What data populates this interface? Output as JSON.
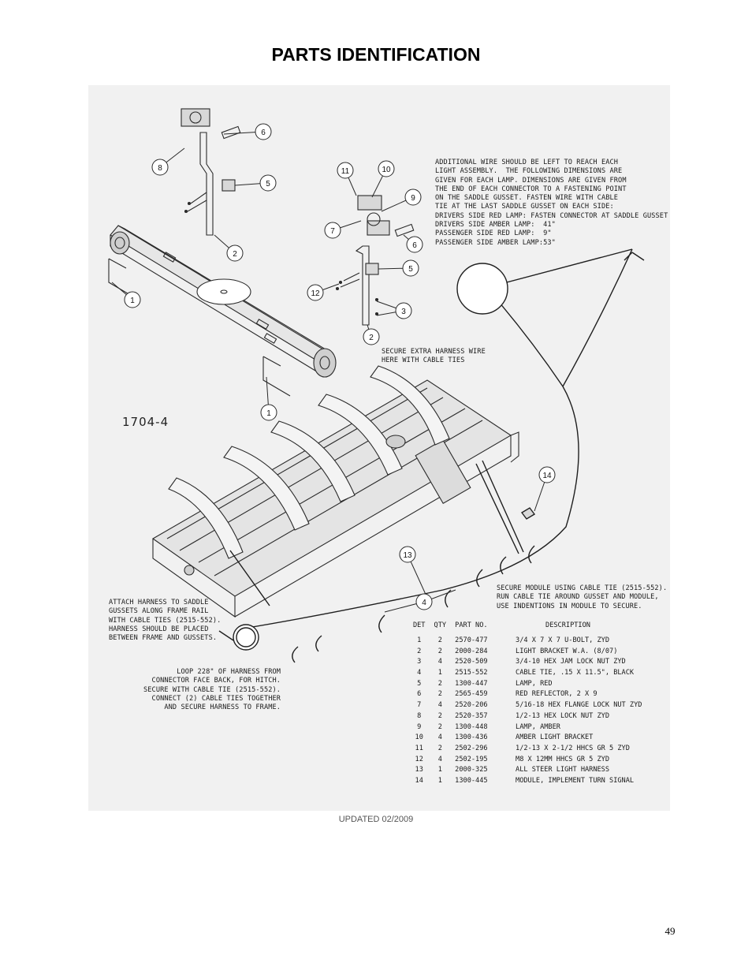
{
  "page": {
    "title": "PARTS IDENTIFICATION",
    "updated": "UPDATED 02/2009",
    "page_number": "49"
  },
  "figure": {
    "drawing_id": "1704-4",
    "callouts": [
      "6",
      "8",
      "5",
      "2",
      "1",
      "11",
      "10",
      "9",
      "7",
      "6",
      "5",
      "12",
      "3",
      "2",
      "1",
      "14",
      "13",
      "4"
    ],
    "notes": {
      "additional_wire": "ADDITIONAL WIRE SHOULD BE LEFT TO REACH EACH\nLIGHT ASSEMBLY.  THE FOLLOWING DIMENSIONS ARE\nGIVEN FOR EACH LAMP. DIMENSIONS ARE GIVEN FROM\nTHE END OF EACH CONNECTOR TO A FASTENING POINT\nON THE SADDLE GUSSET. FASTEN WIRE WITH CABLE\nTIE AT THE LAST SADDLE GUSSET ON EACH SIDE:\nDRIVERS SIDE RED LAMP: FASTEN CONNECTOR AT SADDLE GUSSET\nDRIVERS SIDE AMBER LAMP:  41\"\nPASSENGER SIDE RED LAMP:  9\"\nPASSENGER SIDE AMBER LAMP:53\"",
      "secure_extra": "SECURE EXTRA HARNESS WIRE\nHERE WITH CABLE TIES",
      "secure_module": "SECURE MODULE USING CABLE TIE (2515-552).\nRUN CABLE TIE AROUND GUSSET AND MODULE,\nUSE INDENTIONS IN MODULE TO SECURE.",
      "attach_harness": "ATTACH HARNESS TO SADDLE\nGUSSETS ALONG FRAME RAIL\nWITH CABLE TIES (2515-552).\nHARNESS SHOULD BE PLACED\nBETWEEN FRAME AND GUSSETS.",
      "loop_harness": "LOOP 228\" OF HARNESS FROM\nCONNECTOR FACE BACK, FOR HITCH.\nSECURE WITH CABLE TIE (2515-552).\nCONNECT (2) CABLE TIES TOGETHER\nAND SECURE HARNESS TO FRAME."
    },
    "parts_table": {
      "headers": [
        "DET",
        "QTY",
        "PART NO.",
        "DESCRIPTION"
      ],
      "rows": [
        [
          "1",
          "2",
          "2570-477",
          "3/4 X 7 X 7 U-BOLT, ZYD"
        ],
        [
          "2",
          "2",
          "2000-284",
          "LIGHT BRACKET W.A. (8/07)"
        ],
        [
          "3",
          "4",
          "2520-509",
          "3/4-10 HEX JAM LOCK NUT ZYD"
        ],
        [
          "4",
          "1",
          "2515-552",
          "CABLE TIE, .15 X 11.5\", BLACK"
        ],
        [
          "5",
          "2",
          "1300-447",
          "LAMP, RED"
        ],
        [
          "6",
          "2",
          "2565-459",
          "RED REFLECTOR, 2 X 9"
        ],
        [
          "7",
          "4",
          "2520-206",
          "5/16-18 HEX FLANGE LOCK NUT ZYD"
        ],
        [
          "8",
          "2",
          "2520-357",
          "1/2-13 HEX LOCK NUT ZYD"
        ],
        [
          "9",
          "2",
          "1300-448",
          "LAMP, AMBER"
        ],
        [
          "10",
          "4",
          "1300-436",
          "AMBER LIGHT BRACKET"
        ],
        [
          "11",
          "2",
          "2502-296",
          "1/2-13 X 2-1/2 HHCS GR 5 ZYD"
        ],
        [
          "12",
          "4",
          "2502-195",
          "M8 X 12MM HHCS GR 5 ZYD"
        ],
        [
          "13",
          "1",
          "2000-325",
          "ALL STEER LIGHT HARNESS"
        ],
        [
          "14",
          "1",
          "1300-445",
          "MODULE, IMPLEMENT TURN SIGNAL"
        ]
      ]
    }
  }
}
